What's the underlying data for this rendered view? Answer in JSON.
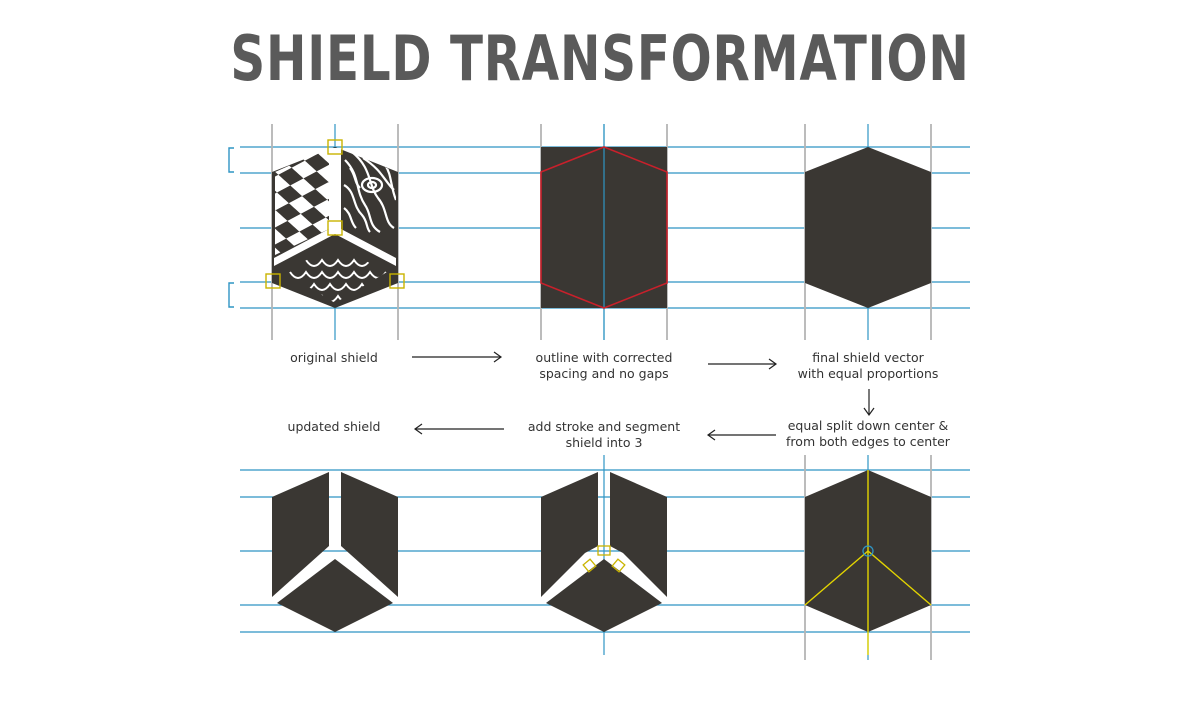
{
  "title": "SHIELD TRANSFORMATION",
  "captions": {
    "original_shield": "original shield",
    "outline_line1": "outline with corrected",
    "outline_line2": "spacing and no gaps",
    "final_line1": "final shield vector",
    "final_line2": "with equal proportions",
    "split_line1": "equal split down center &",
    "split_line2": "from both edges to center",
    "stroke_line1": "add stroke and segment",
    "stroke_line2": "shield into 3",
    "updated_shield": "updated shield"
  },
  "colors": {
    "shield_fill": "#3a3733",
    "guide_blue": "#2f95c4",
    "guide_gray": "#b5b5b5",
    "outline_red": "#c8202b",
    "split_yellow": "#e3d400",
    "handle_yellow": "#c9b400",
    "title_gray": "#5a5a5a",
    "caption_text": "#333333"
  },
  "icons": {
    "arrow_right": "arrow-right-icon",
    "arrow_left": "arrow-left-icon",
    "arrow_down": "arrow-down-icon"
  }
}
